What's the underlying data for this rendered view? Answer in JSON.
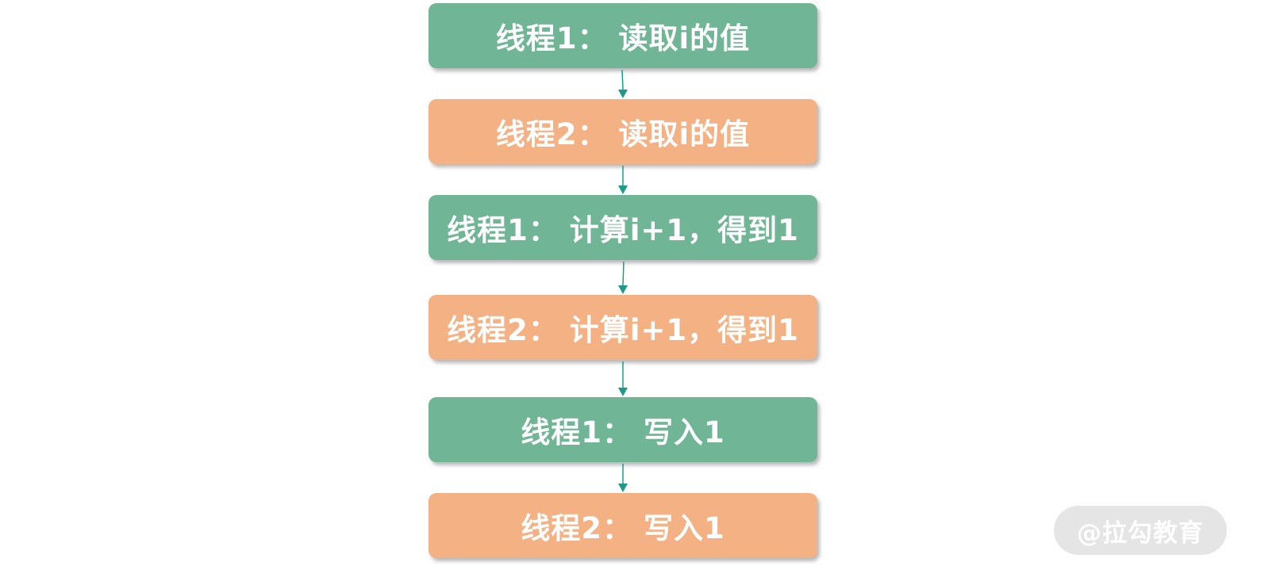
{
  "colors": {
    "thread1": "#70b596",
    "thread2": "#f4b184",
    "arrow": "#1f9a8a"
  },
  "steps": [
    {
      "text": "线程1： 读取i的值",
      "thread": "thread1"
    },
    {
      "text": "线程2： 读取i的值",
      "thread": "thread2"
    },
    {
      "text": "线程1： 计算i+1，得到1",
      "thread": "thread1"
    },
    {
      "text": "线程2： 计算i+1，得到1",
      "thread": "thread2"
    },
    {
      "text": "线程1： 写入1",
      "thread": "thread1"
    },
    {
      "text": "线程2： 写入1",
      "thread": "thread2"
    }
  ],
  "watermark": "@拉勾教育"
}
